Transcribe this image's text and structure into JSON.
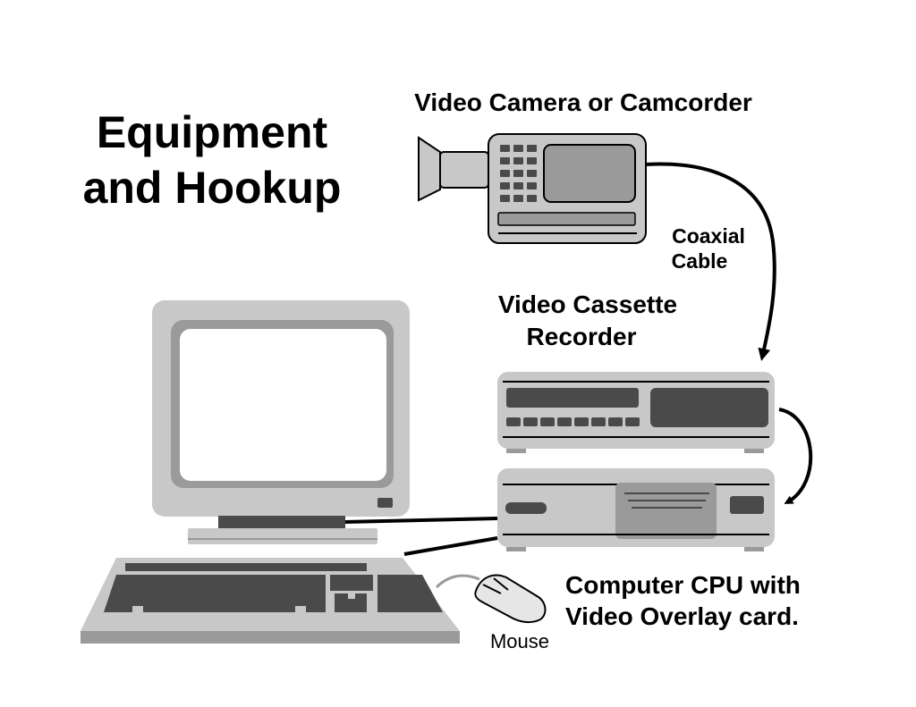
{
  "title": {
    "line1": "Equipment",
    "line2": "and Hookup"
  },
  "labels": {
    "camera": "Video Camera or Camcorder",
    "cable_line1": "Coaxial",
    "cable_line2": "Cable",
    "vcr_line1": "Video Cassette",
    "vcr_line2": "Recorder",
    "cpu_line1": "Computer CPU with",
    "cpu_line2": "Video Overlay card.",
    "mouse": "Mouse"
  },
  "icons": {
    "camera": "video-camera-icon",
    "vcr": "vcr-icon",
    "cpu": "computer-cpu-icon",
    "monitor": "monitor-icon",
    "keyboard": "keyboard-icon",
    "mouse": "mouse-icon"
  },
  "colors": {
    "background": "#ffffff",
    "device_light": "#c8c8c8",
    "device_mid": "#9a9a9a",
    "device_dark": "#4a4a4a",
    "text": "#000000"
  }
}
